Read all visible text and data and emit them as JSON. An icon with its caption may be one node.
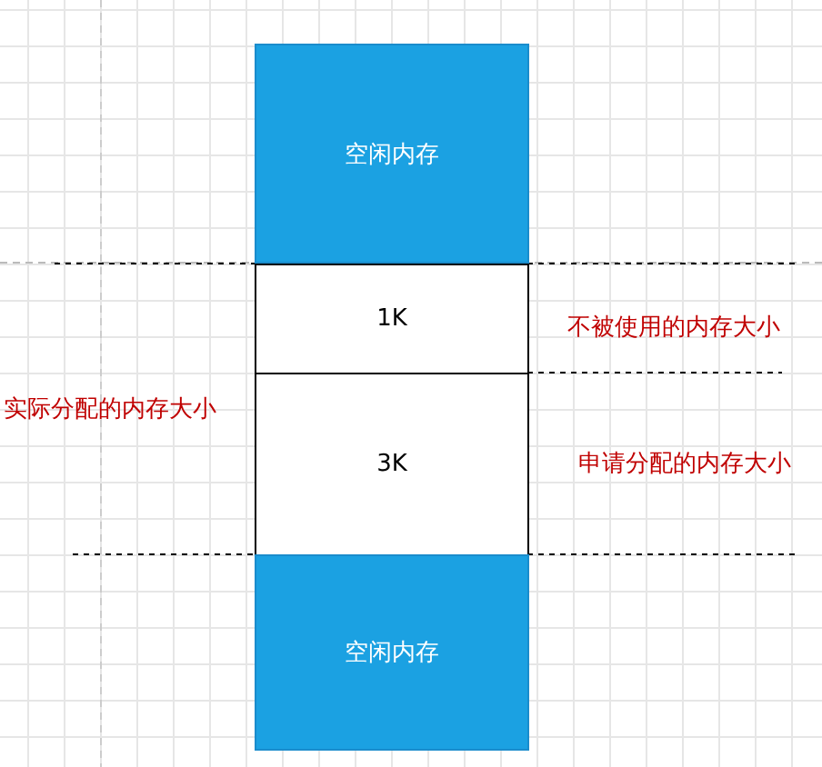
{
  "diagram": {
    "nodes": [
      {
        "text": [
          "空闲内存"
        ]
      },
      {
        "text": [
          "1K"
        ]
      },
      {
        "text": [
          "3K"
        ]
      },
      {
        "text": [
          "空闲内存"
        ]
      }
    ],
    "edges": [],
    "labels": [
      "不被使用的内存大小",
      "实际分配的内存大小",
      "申请分配的内存大小"
    ]
  }
}
